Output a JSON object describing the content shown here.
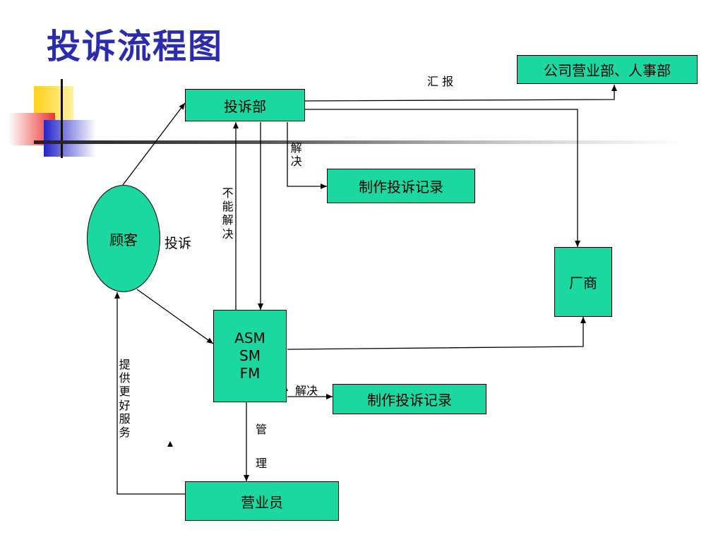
{
  "slide": {
    "title": "投诉流程图"
  },
  "nodes": {
    "complaint_dept": "投诉部",
    "company_dept": "公司营业部、人事部",
    "record_top": "制作投诉记录",
    "customer": "顾客",
    "vendor": "厂商",
    "managers": [
      "ASM",
      "SM",
      "FM"
    ],
    "record_bottom": "制作投诉记录",
    "salesperson": "营业员"
  },
  "edge_labels": {
    "report": "汇 报",
    "resolve_top": "解决",
    "cannot_resolve": "不能解决",
    "complain": "投诉",
    "resolve_bottom": "解决",
    "manage_1": "管",
    "manage_2": "理",
    "better_service": "提供更好服务"
  },
  "colors": {
    "title": "#2b2bb0",
    "box_fill": "#1ad8a0",
    "deco_yellow": "#ffd11a",
    "deco_blue": "#2424c8",
    "deco_red": "#ee3333"
  }
}
